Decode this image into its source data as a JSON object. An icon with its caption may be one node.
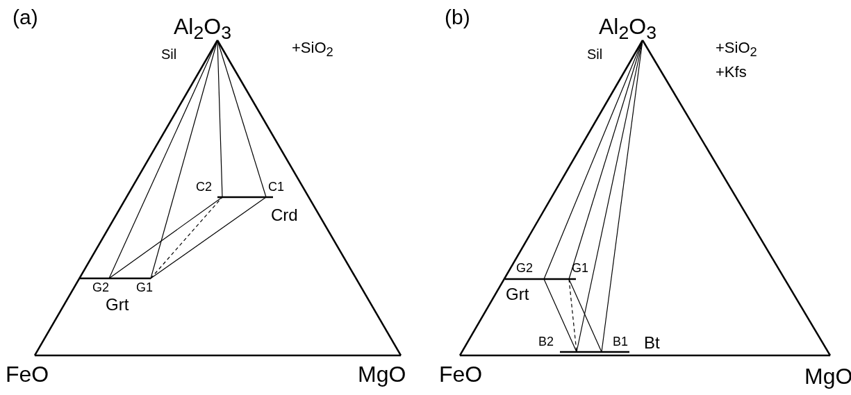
{
  "diagram": {
    "labels": [
      "(a)",
      "Al$_{2}$O$_{3}$",
      "Sil",
      "+SiO$_{2}$",
      "C2",
      "C1",
      "Crd",
      "G2",
      "G1",
      "Grt",
      "FeO",
      "MgO",
      "(b)",
      "Al$_{2}$O$_{3}$",
      "Sil",
      "+SiO$_{2}$",
      "+Kfs",
      "G2",
      "G1",
      "Grt",
      "B2",
      "B1",
      "Bt",
      "FeO",
      "MgO"
    ]
  }
}
